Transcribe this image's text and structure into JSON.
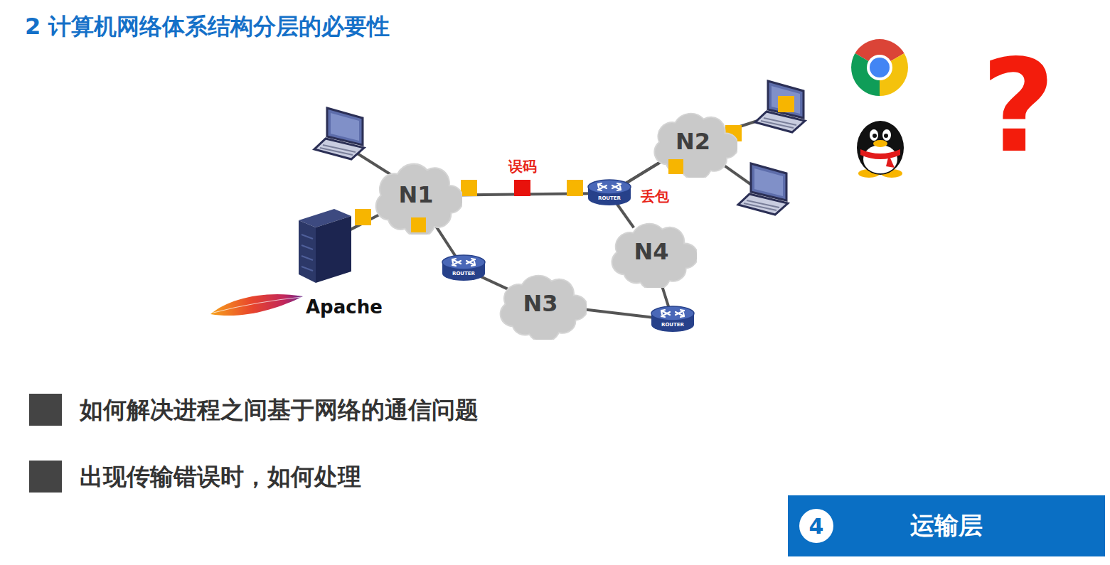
{
  "diagram": {
    "title": "2 计算机网络体系结构分层的必要性",
    "nodes": [
      {
        "text": [
          "N1"
        ]
      },
      {
        "text": [
          "N2"
        ]
      },
      {
        "text": [
          "N3"
        ]
      },
      {
        "text": [
          "N4"
        ]
      },
      {
        "text": [
          "运输层"
        ]
      },
      {
        "text": [
          "4"
        ],
        "in": 4
      }
    ],
    "edges": [
      {
        "from": 0,
        "to": 1,
        "arrow": "none"
      },
      {
        "from": 0,
        "to": 2,
        "arrow": "none"
      },
      {
        "from": 2,
        "to": 3,
        "arrow": "none"
      },
      {
        "from": 3,
        "to": 1,
        "arrow": "none"
      }
    ],
    "labels": [
      "误码",
      "丢包",
      "Apache",
      "ROUTER",
      "ROUTER",
      "ROUTER",
      "?",
      "如何解决进程之间基于网络的通信问题",
      "出现传输错误时，如何处理"
    ]
  }
}
